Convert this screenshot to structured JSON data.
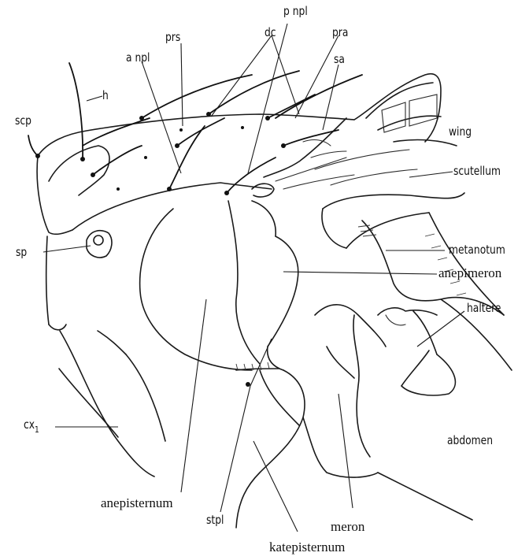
{
  "labels": {
    "scp": "scp",
    "h": "h",
    "a_npl": "a npl",
    "prs": "prs",
    "dc": "dc",
    "p_npl": "p npl",
    "pra": "pra",
    "sa": "sa",
    "wing": "wing",
    "scutellum": "scutellum",
    "sp": "sp",
    "metanotum": "metanotum",
    "anepimeron": "anepimeron",
    "haltere": "haltere",
    "cx1": "cx",
    "cx1_sub": "1",
    "abdomen": "abdomen",
    "anepisternum": "anepisternum",
    "stpl": "stpl",
    "meron": "meron",
    "katepisternum": "katepisternum"
  }
}
